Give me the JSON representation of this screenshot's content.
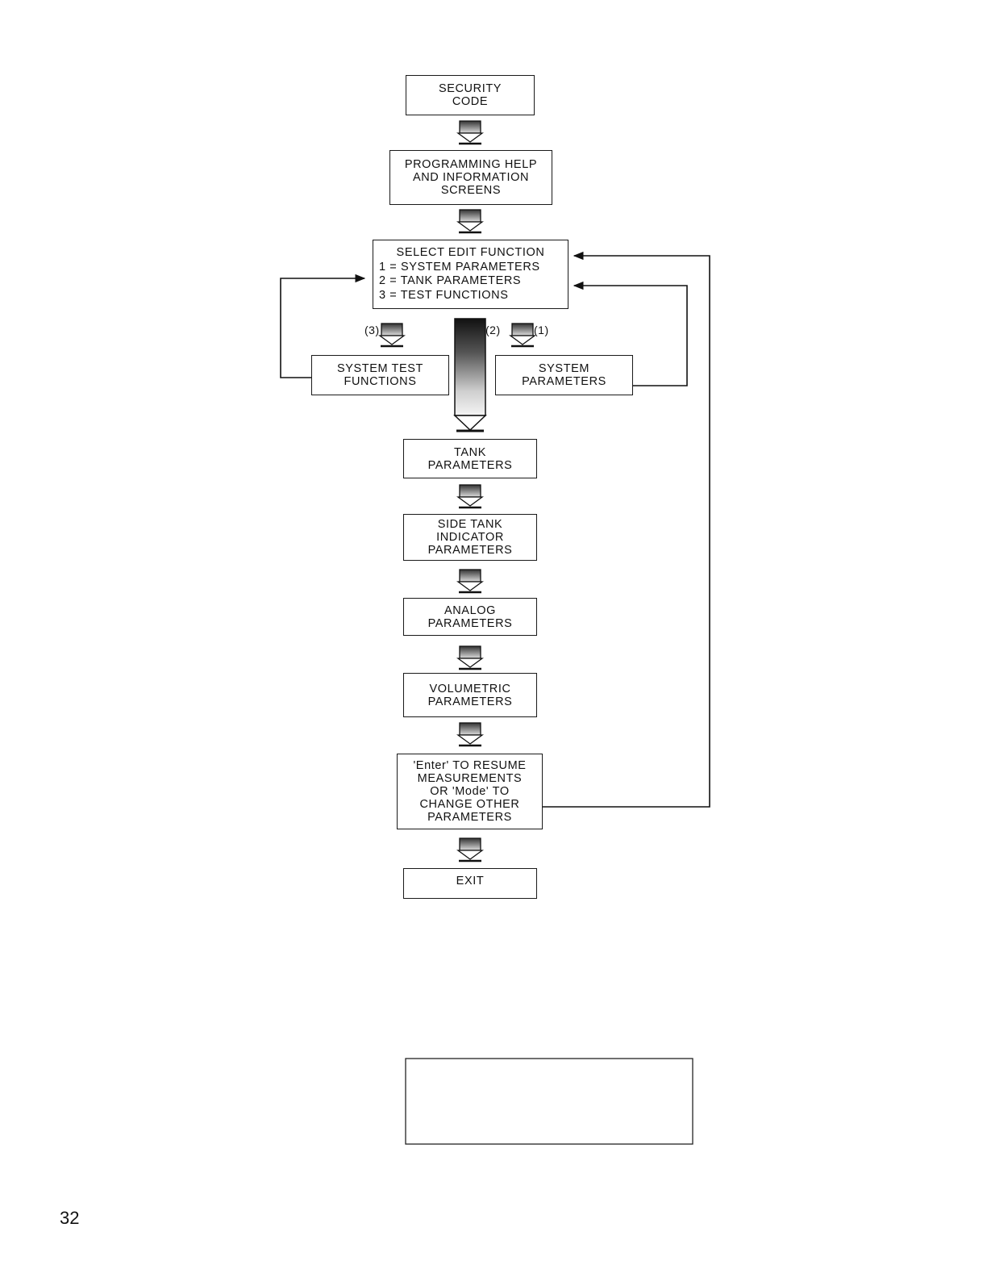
{
  "boxes": {
    "security_code": [
      "SECURITY",
      "CODE"
    ],
    "programming_help": [
      "PROGRAMMING HELP",
      "AND INFORMATION",
      "SCREENS"
    ],
    "select_edit_function": [
      "SELECT EDIT FUNCTION",
      "1 = SYSTEM PARAMETERS",
      "2 =  TANK PARAMETERS",
      "3 =  TEST FUNCTIONS"
    ],
    "system_test_functions": [
      "SYSTEM TEST",
      "FUNCTIONS"
    ],
    "system_parameters": [
      "SYSTEM",
      "PARAMETERS"
    ],
    "tank_parameters": [
      "TANK",
      "PARAMETERS"
    ],
    "side_tank_indicator": [
      "SIDE TANK",
      "INDICATOR",
      "PARAMETERS"
    ],
    "analog_parameters": [
      "ANALOG",
      "PARAMETERS"
    ],
    "volumetric_parameters": [
      "VOLUMETRIC",
      "PARAMETERS"
    ],
    "enter_resume": [
      "'Enter' TO RESUME",
      "MEASUREMENTS",
      "OR 'Mode' TO",
      "CHANGE OTHER",
      "PARAMETERS"
    ],
    "exit": [
      "EXIT"
    ]
  },
  "branch_labels": {
    "test": "(3)",
    "tank": "(2)",
    "system": "(1)"
  },
  "page_number": "32"
}
